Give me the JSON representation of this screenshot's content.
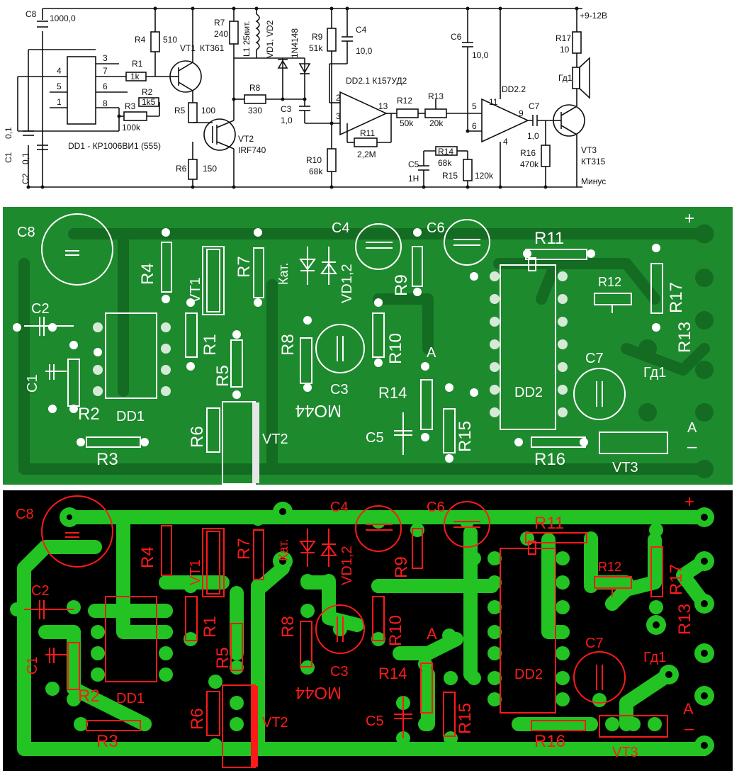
{
  "schematic": {
    "labels": [
      {
        "id": "c8",
        "text": "C8"
      },
      {
        "id": "c8v",
        "text": "1000,0"
      },
      {
        "id": "r4",
        "text": "R4"
      },
      {
        "id": "r4v",
        "text": "510"
      },
      {
        "id": "vt1",
        "text": "VT1"
      },
      {
        "id": "vt1v",
        "text": "КТ361"
      },
      {
        "id": "r7",
        "text": "R7"
      },
      {
        "id": "r7v",
        "text": "240"
      },
      {
        "id": "l1",
        "text": "L1 25вит."
      },
      {
        "id": "vd",
        "text": "VD1, VD2"
      },
      {
        "id": "vdv",
        "text": "1N4148"
      },
      {
        "id": "r9",
        "text": "R9"
      },
      {
        "id": "r9v",
        "text": "51k"
      },
      {
        "id": "c4",
        "text": "C4"
      },
      {
        "id": "c4v",
        "text": "10,0"
      },
      {
        "id": "c6",
        "text": "C6"
      },
      {
        "id": "c6v",
        "text": "10,0"
      },
      {
        "id": "r17",
        "text": "R17"
      },
      {
        "id": "r17v",
        "text": "10"
      },
      {
        "id": "pwr",
        "text": "+9-12В"
      },
      {
        "id": "r1",
        "text": "R1"
      },
      {
        "id": "r1v",
        "text": "1k"
      },
      {
        "id": "r2",
        "text": "R2"
      },
      {
        "id": "r2v",
        "text": "1k5"
      },
      {
        "id": "r3",
        "text": "R3"
      },
      {
        "id": "r3v",
        "text": "100k"
      },
      {
        "id": "r5",
        "text": "R5"
      },
      {
        "id": "r5v",
        "text": "100"
      },
      {
        "id": "r8",
        "text": "R8"
      },
      {
        "id": "r8v",
        "text": "330"
      },
      {
        "id": "c3",
        "text": "C3"
      },
      {
        "id": "c3v",
        "text": "1,0"
      },
      {
        "id": "dd21",
        "text": "DD2.1 К157УД2"
      },
      {
        "id": "r12",
        "text": "R12"
      },
      {
        "id": "r12v",
        "text": "50k"
      },
      {
        "id": "r13",
        "text": "R13"
      },
      {
        "id": "r13v",
        "text": "20k"
      },
      {
        "id": "dd22",
        "text": "DD2.2"
      },
      {
        "id": "c7",
        "text": "C7"
      },
      {
        "id": "c7v",
        "text": "1,0"
      },
      {
        "id": "gd1",
        "text": "Гд1"
      },
      {
        "id": "dd1",
        "text": "DD1 - КР1006ВИ1 (555)"
      },
      {
        "id": "vt2",
        "text": "VT2"
      },
      {
        "id": "vt2v",
        "text": "IRF740"
      },
      {
        "id": "r11",
        "text": "R11"
      },
      {
        "id": "r11v",
        "text": "2,2M"
      },
      {
        "id": "r14",
        "text": "R14"
      },
      {
        "id": "r14v",
        "text": "68k"
      },
      {
        "id": "r16",
        "text": "R16"
      },
      {
        "id": "r16v",
        "text": "470k"
      },
      {
        "id": "vt3",
        "text": "VT3"
      },
      {
        "id": "vt3v",
        "text": "КТ315"
      },
      {
        "id": "c1",
        "text": "C1"
      },
      {
        "id": "c1v",
        "text": "0,1"
      },
      {
        "id": "c2",
        "text": "C2"
      },
      {
        "id": "c2v",
        "text": "0,1"
      },
      {
        "id": "r6",
        "text": "R6"
      },
      {
        "id": "r6v",
        "text": "150"
      },
      {
        "id": "r10",
        "text": "R10"
      },
      {
        "id": "r10v",
        "text": "68k"
      },
      {
        "id": "c5",
        "text": "C5"
      },
      {
        "id": "c5v",
        "text": "1Н"
      },
      {
        "id": "r15",
        "text": "R15"
      },
      {
        "id": "r15v",
        "text": "120k"
      },
      {
        "id": "minus",
        "text": "Минус"
      },
      {
        "id": "p4",
        "text": "4"
      },
      {
        "id": "p5",
        "text": "5"
      },
      {
        "id": "p1",
        "text": "1"
      },
      {
        "id": "p3",
        "text": "3"
      },
      {
        "id": "p7",
        "text": "7"
      },
      {
        "id": "p6",
        "text": "6"
      },
      {
        "id": "p8",
        "text": "8"
      },
      {
        "id": "o2",
        "text": "2"
      },
      {
        "id": "o3",
        "text": "3"
      },
      {
        "id": "o13",
        "text": "13"
      },
      {
        "id": "o5",
        "text": "5"
      },
      {
        "id": "o11",
        "text": "11"
      },
      {
        "id": "o6",
        "text": "6"
      },
      {
        "id": "o9",
        "text": "9"
      },
      {
        "id": "o4",
        "text": "4"
      }
    ]
  },
  "pcb_top": {
    "labels": [
      {
        "id": "c8",
        "text": "C8"
      },
      {
        "id": "r4",
        "text": "R4"
      },
      {
        "id": "vt1",
        "text": "VT1"
      },
      {
        "id": "r7",
        "text": "R7"
      },
      {
        "id": "kat",
        "text": "Кат."
      },
      {
        "id": "c4",
        "text": "C4"
      },
      {
        "id": "vd12",
        "text": "VD1,2"
      },
      {
        "id": "r9",
        "text": "R9"
      },
      {
        "id": "c6",
        "text": "C6"
      },
      {
        "id": "r11",
        "text": "R11"
      },
      {
        "id": "plus",
        "text": "+"
      },
      {
        "id": "c2",
        "text": "C2"
      },
      {
        "id": "r12",
        "text": "R12"
      },
      {
        "id": "r17",
        "text": "R17"
      },
      {
        "id": "r1",
        "text": "R1"
      },
      {
        "id": "r8",
        "text": "R8"
      },
      {
        "id": "r10",
        "text": "R10"
      },
      {
        "id": "a1",
        "text": "A"
      },
      {
        "id": "r13",
        "text": "R13"
      },
      {
        "id": "c1",
        "text": "C1"
      },
      {
        "id": "r5",
        "text": "R5"
      },
      {
        "id": "c7",
        "text": "C7"
      },
      {
        "id": "gd1",
        "text": "Гд1"
      },
      {
        "id": "r2",
        "text": "R2"
      },
      {
        "id": "dd1",
        "text": "DD1"
      },
      {
        "id": "c3",
        "text": "C3"
      },
      {
        "id": "r14",
        "text": "R14"
      },
      {
        "id": "dd2",
        "text": "DD2"
      },
      {
        "id": "r6",
        "text": "R6"
      },
      {
        "id": "mo44",
        "text": "MO44"
      },
      {
        "id": "vt2",
        "text": "VT2"
      },
      {
        "id": "c5",
        "text": "C5"
      },
      {
        "id": "r15",
        "text": "R15"
      },
      {
        "id": "a2",
        "text": "A"
      },
      {
        "id": "r3",
        "text": "R3"
      },
      {
        "id": "r16",
        "text": "R16"
      },
      {
        "id": "vt3",
        "text": "VT3"
      },
      {
        "id": "minus",
        "text": "–"
      }
    ]
  },
  "pcb_bottom": {
    "labels": [
      {
        "id": "c8",
        "text": "C8"
      },
      {
        "id": "c4",
        "text": "C4"
      },
      {
        "id": "c6",
        "text": "C6"
      },
      {
        "id": "plus",
        "text": "+"
      },
      {
        "id": "r11",
        "text": "R11"
      },
      {
        "id": "r4",
        "text": "R4"
      },
      {
        "id": "vt1",
        "text": "VT1"
      },
      {
        "id": "r7",
        "text": "R7"
      },
      {
        "id": "kat",
        "text": "Кат."
      },
      {
        "id": "vd12",
        "text": "VD1,2"
      },
      {
        "id": "r9",
        "text": "R9"
      },
      {
        "id": "r12",
        "text": "R12"
      },
      {
        "id": "r17",
        "text": "R17"
      },
      {
        "id": "c2",
        "text": "C2"
      },
      {
        "id": "r1",
        "text": "R1"
      },
      {
        "id": "r8",
        "text": "R8"
      },
      {
        "id": "r10",
        "text": "R10"
      },
      {
        "id": "a1",
        "text": "A"
      },
      {
        "id": "r13",
        "text": "R13"
      },
      {
        "id": "c1",
        "text": "C1"
      },
      {
        "id": "r5",
        "text": "R5"
      },
      {
        "id": "c3",
        "text": "C3"
      },
      {
        "id": "r14",
        "text": "R14"
      },
      {
        "id": "c7",
        "text": "C7"
      },
      {
        "id": "dd2",
        "text": "DD2"
      },
      {
        "id": "gd1",
        "text": "Гд1"
      },
      {
        "id": "r2",
        "text": "R2"
      },
      {
        "id": "dd1",
        "text": "DD1"
      },
      {
        "id": "mo44",
        "text": "MO44"
      },
      {
        "id": "r6",
        "text": "R6"
      },
      {
        "id": "vt2",
        "text": "VT2"
      },
      {
        "id": "c5",
        "text": "C5"
      },
      {
        "id": "r15",
        "text": "R15"
      },
      {
        "id": "a2",
        "text": "A"
      },
      {
        "id": "r3",
        "text": "R3"
      },
      {
        "id": "r16",
        "text": "R16"
      },
      {
        "id": "vt3",
        "text": "VT3"
      },
      {
        "id": "minus",
        "text": "–"
      }
    ]
  },
  "colors": {
    "schematic_bg": "#ffffff",
    "schematic_line": "#111111",
    "pcb_top_bg": "#1e8a2e",
    "pcb_top_silk": "#ffffff",
    "pcb_top_trace": "#146b22",
    "pcb_bottom_bg": "#000000",
    "pcb_bottom_copper": "#22c322",
    "pcb_bottom_silk": "#ff1a1a"
  }
}
